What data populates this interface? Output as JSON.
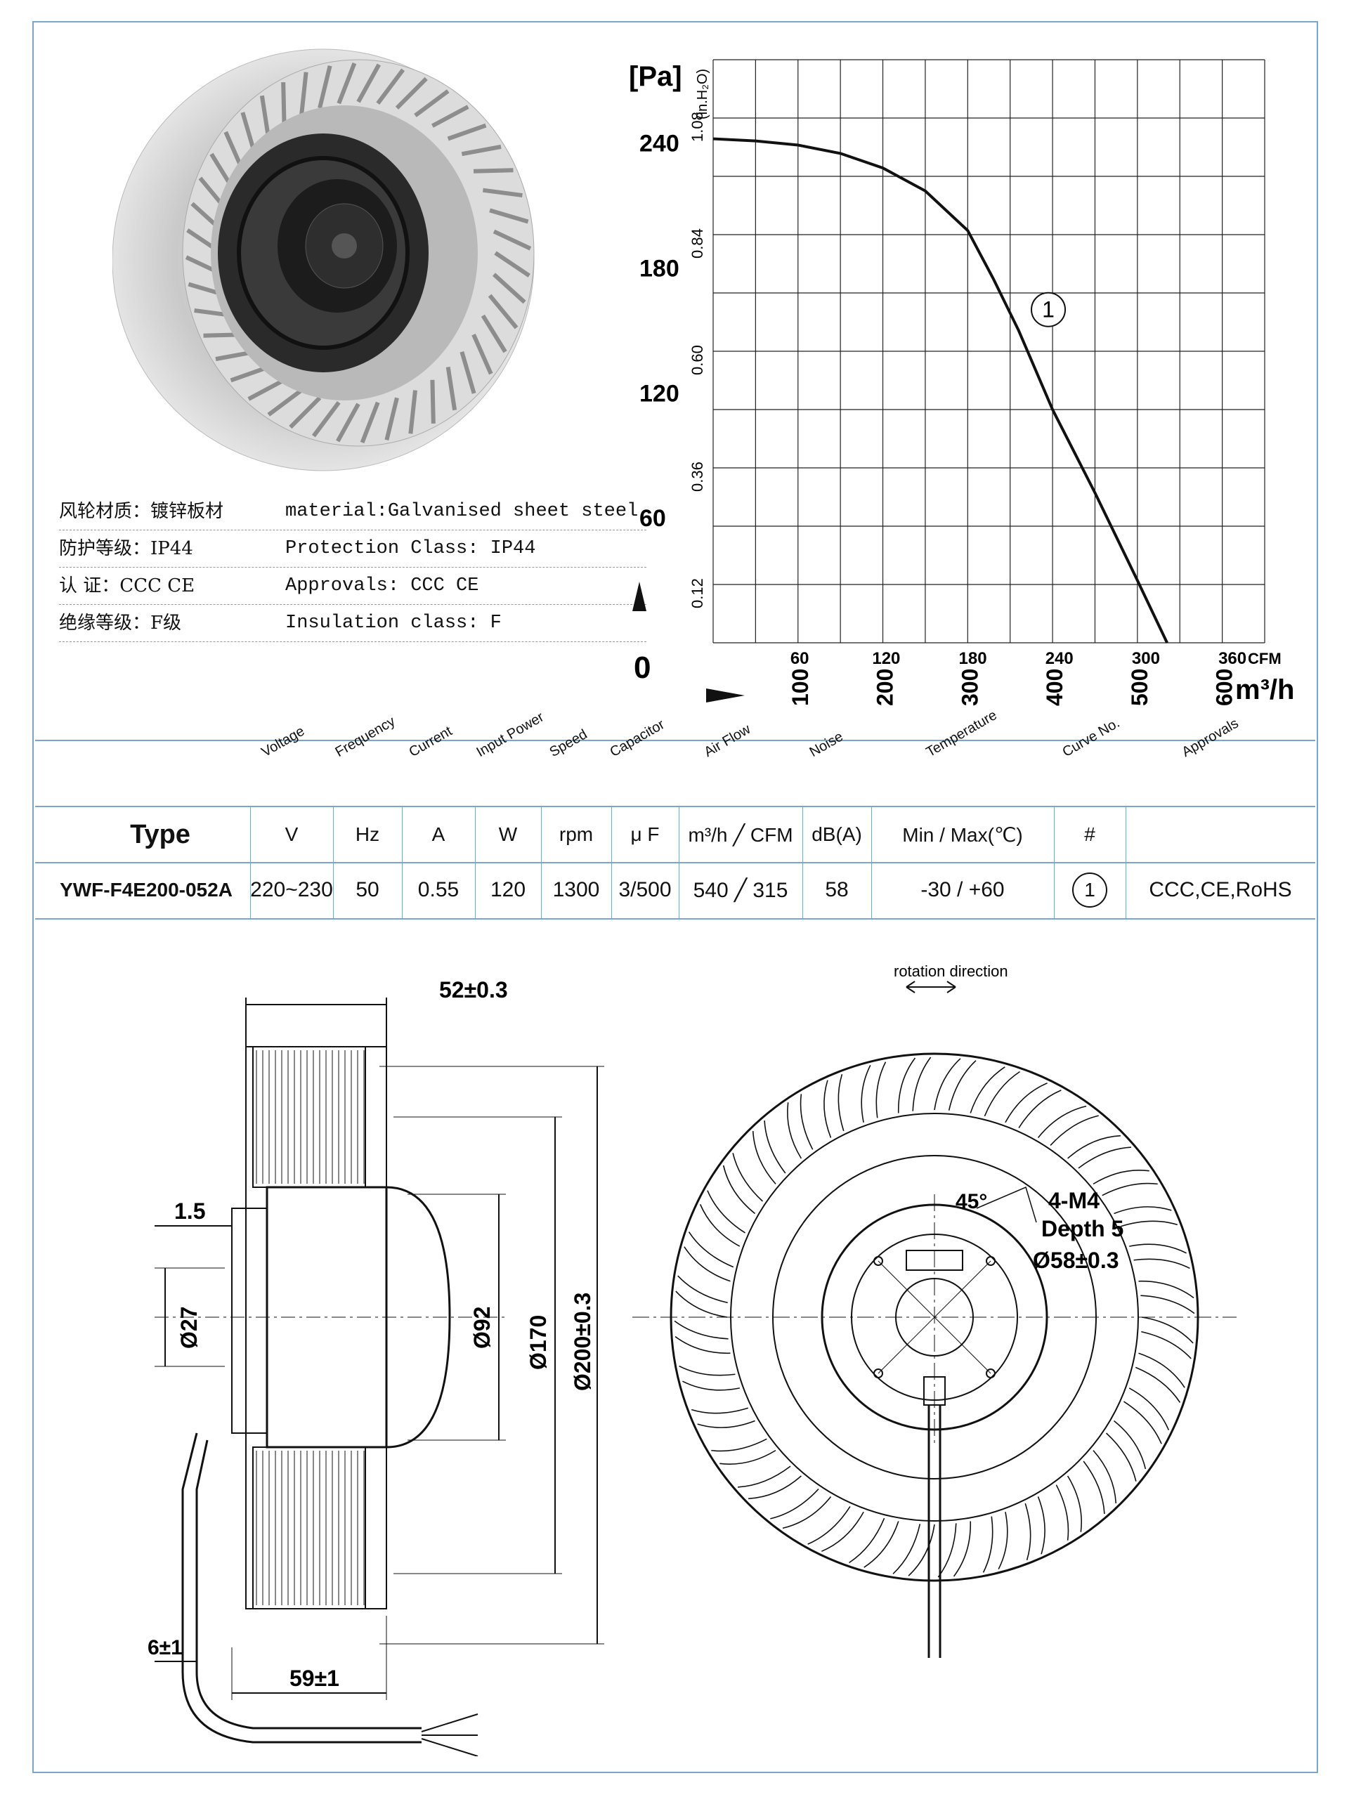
{
  "specs": [
    {
      "zh": "风轮材质：镀锌板材",
      "en": "material:Galvanised sheet steel"
    },
    {
      "zh": "防护等级：IP44",
      "en": "Protection Class: IP44"
    },
    {
      "zh": "认    证：CCC CE",
      "en": "Approvals: CCC  CE"
    },
    {
      "zh": "绝缘等级：F级",
      "en": "Insulation class: F"
    }
  ],
  "chart_data": {
    "type": "line",
    "ylabel": "[Pa]",
    "ylabel_secondary": "(in.H₂O)",
    "xlabel": "m³/h",
    "xlabel_secondary": "CFM",
    "origin_label": "0",
    "y_ticks": [
      "240",
      "180",
      "120",
      "60"
    ],
    "y_ticks_secondary": [
      "1.08",
      "0.84",
      "0.60",
      "0.36",
      "0.12"
    ],
    "x_ticks": [
      "100",
      "200",
      "300",
      "400",
      "500",
      "600"
    ],
    "x_ticks_secondary": [
      "60",
      "120",
      "180",
      "240",
      "300",
      "360"
    ],
    "xlim": [
      0,
      650
    ],
    "ylim": [
      0,
      280
    ],
    "series": [
      {
        "name": "①",
        "x": [
          0,
          50,
          100,
          150,
          200,
          250,
          300,
          330,
          360,
          400,
          450,
          500,
          535
        ],
        "y": [
          242,
          241,
          239,
          235,
          228,
          217,
          198,
          175,
          150,
          112,
          72,
          30,
          0
        ]
      }
    ]
  },
  "table": {
    "headers": [
      "Voltage",
      "Frequency",
      "Current",
      "Input Power",
      "Speed",
      "Capacitor",
      "Air Flow",
      "Noise",
      "Temperature",
      "Curve No.",
      "Approvals"
    ],
    "type_label": "Type",
    "units": [
      "V",
      "Hz",
      "A",
      "W",
      "rpm",
      "μ F",
      "m³/h ╱ CFM",
      "dB(A)",
      "Min / Max(℃)",
      "#",
      ""
    ],
    "row": {
      "model": "YWF-F4E200-052A",
      "values": [
        "220~230",
        "50",
        "0.55",
        "120",
        "1300",
        "3/500",
        "540 ╱ 315",
        "58",
        "-30 / +60",
        "1",
        "CCC,CE,RoHS"
      ]
    }
  },
  "drawing": {
    "dims_side": [
      "52±0.3",
      "1.5",
      "Ø27",
      "Ø92",
      "Ø170",
      "Ø200±0.3",
      "6±1",
      "59±1"
    ],
    "rotation_label": "rotation direction",
    "front_labels": [
      "4-M4",
      "Depth 5",
      "Ø58±0.3",
      "45°"
    ]
  }
}
